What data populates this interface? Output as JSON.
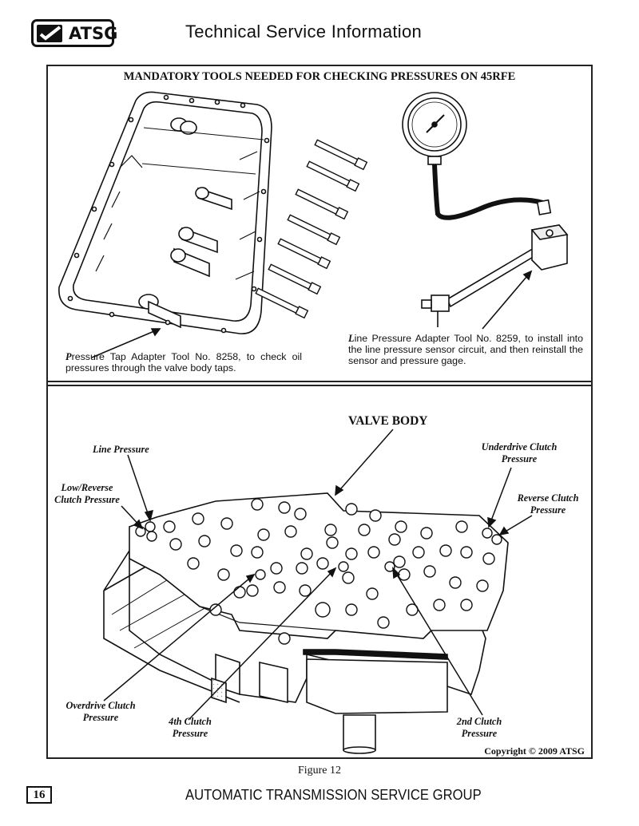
{
  "header": {
    "logo_text": "ATSG",
    "title": "Technical Service Information"
  },
  "tools_section": {
    "title": "MANDATORY TOOLS NEEDED FOR CHECKING PRESSURES ON 45RFE",
    "left_caption_initial": "P",
    "left_caption": "ressure Tap Adapter Tool No. 8258, to check oil pressures through the valve body taps.",
    "right_caption_initial": "L",
    "right_caption": "ine Pressure Adapter Tool No. 8259, to install into the line pressure sensor circuit, and then reinstall the sensor and pressure gage."
  },
  "valve_section": {
    "title": "VALVE BODY",
    "labels": {
      "line_pressure": "Line Pressure",
      "low_reverse_1": "Low/Reverse",
      "low_reverse_2": "Clutch Pressure",
      "underdrive_1": "Underdrive Clutch",
      "underdrive_2": "Pressure",
      "reverse_1": "Reverse Clutch",
      "reverse_2": "Pressure",
      "overdrive_1": "Overdrive Clutch",
      "overdrive_2": "Pressure",
      "fourth_1": "4th Clutch",
      "fourth_2": "Pressure",
      "second_1": "2nd Clutch",
      "second_2": "Pressure"
    },
    "copyright": "Copyright © 2009 ATSG"
  },
  "footer": {
    "figure": "Figure 12",
    "page_number": "16",
    "org": "AUTOMATIC TRANSMISSION SERVICE GROUP"
  }
}
